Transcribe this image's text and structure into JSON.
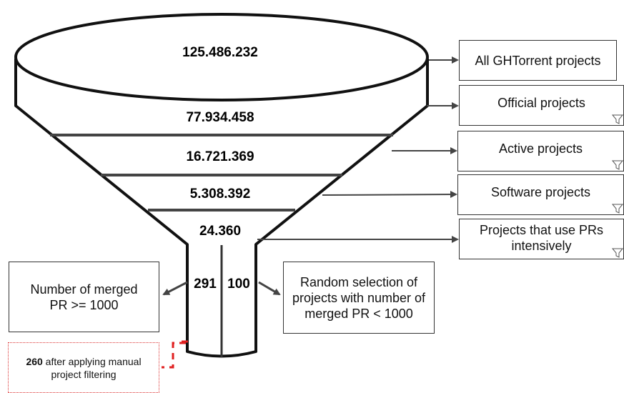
{
  "funnel": {
    "levels": [
      {
        "count": "125.486.232"
      },
      {
        "count": "77.934.458"
      },
      {
        "count": "16.721.369"
      },
      {
        "count": "5.308.392"
      },
      {
        "count": "24.360"
      }
    ],
    "split_left": "291",
    "split_right": "100"
  },
  "stages": [
    {
      "label": "All GHTorrent projects"
    },
    {
      "label": "Official projects"
    },
    {
      "label": "Active projects"
    },
    {
      "label": "Software projects"
    },
    {
      "label": "Projects that use PRs intensively"
    }
  ],
  "left_box": {
    "label": "Number of merged PR >= 1000"
  },
  "right_box": {
    "label": "Random selection of projects with number of merged PR < 1000"
  },
  "note": {
    "count": "260",
    "text": " after applying manual project filtering"
  },
  "icons": {
    "filter": "filter-icon"
  }
}
